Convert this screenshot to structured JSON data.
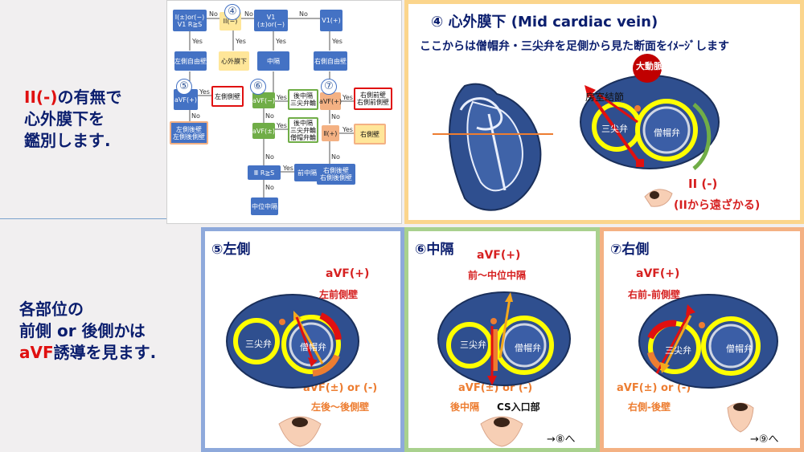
{
  "left_notes": {
    "top_lines": [
      {
        "red": "II(-)",
        "rest": "の有無で"
      },
      {
        "red": "",
        "rest": "心外膜下を"
      },
      {
        "red": "",
        "rest": "鑑別します."
      }
    ],
    "bottom_lines": [
      {
        "red": "",
        "rest": "各部位の"
      },
      {
        "red": "",
        "rest": "前側 or 後側かは"
      },
      {
        "red": "aVF",
        "rest": "誘導を見ます."
      }
    ]
  },
  "flowchart": {
    "b_start": "Ⅰ(±)or(−)\nV1 R≧S",
    "b_ii": "II(−)",
    "b_v1": "V1 (±)or(−)",
    "b_v1p": "V1(+)",
    "b_left_free": "左側自由壁",
    "b_epi": "心外膜下",
    "b_mid": "中隔",
    "b_right_free": "右側自由壁",
    "b_avf_p5": "aVF(+)",
    "b_left_side": "左側側壁",
    "b_left_post": "左側後壁\n左側後側壁",
    "b_avf_m": "aVF(−)",
    "b_avf_pm": "aVF(±)",
    "b_ant_sept": "後中隔\n三尖弁輪",
    "b_sept2": "後中隔\n三尖弁輪\n僧帽弁輪",
    "b_iii": "Ⅲ R≧S",
    "b_ant_mid": "前中隔",
    "b_mid_sept": "中位中隔",
    "b_avf_p7": "aVF(+)",
    "b_right_ant": "右側前壁\n右側前側壁",
    "b_ii_pm": "Ⅱ(+)",
    "b_right_side": "右側壁",
    "b_right_post": "右側後壁\n右側後側壁",
    "yes": "Yes",
    "no": "No",
    "n4": "④",
    "n5": "⑤",
    "n6": "⑥",
    "n7": "⑦"
  },
  "panel4": {
    "title": "④ 心外膜下 (Mid cardiac vein)",
    "subtitle": "ここからは僧帽弁・三尖弁を足側から見た断面をｲﾒｰｼﾞします",
    "avnode": "房室結節",
    "aorta": "大動脈",
    "tricuspid": "三尖弁",
    "mitral": "僧帽弁",
    "lead": "II (-)",
    "lead_note": "(IIから遠ざかる)"
  },
  "panel5": {
    "title": "⑤左側",
    "plus": "aVF(+)",
    "plus_sub": "左前側壁",
    "minus": "aVF(±) or (-)",
    "minus_sub": "左後～後側壁",
    "tricuspid": "三尖弁",
    "mitral": "僧帽弁"
  },
  "panel6": {
    "title": "⑥中隔",
    "plus": "aVF(+)",
    "plus_sub": "前～中位中隔",
    "minus": "aVF(±) or (-)",
    "minus_sub": "後中隔",
    "minus_sub2": "CS入口部",
    "tricuspid": "三尖弁",
    "mitral": "僧帽弁",
    "goto": "→⑧へ"
  },
  "panel7": {
    "title": "⑦右側",
    "plus": "aVF(+)",
    "plus_sub": "右前-前側壁",
    "minus": "aVF(±) or (-)",
    "minus_sub": "右側-後壁",
    "tricuspid": "三尖弁",
    "mitral": "僧帽弁",
    "goto": "→⑨へ"
  },
  "colors": {
    "navy": "#0b1e6e",
    "red": "#e01010",
    "orange": "#ed7d31",
    "heart_blue": "#2f4f8f",
    "valve_yellow": "#ffff00"
  }
}
